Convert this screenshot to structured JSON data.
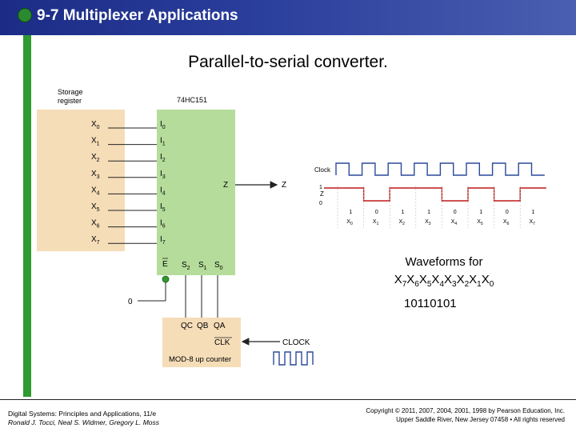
{
  "header": {
    "title": "9-7 Multiplexer Applications"
  },
  "subtitle": "Parallel-to-serial converter.",
  "schematic": {
    "storage_register": {
      "label_line1": "Storage",
      "label_line2": "register"
    },
    "chip_label": "74HC151",
    "x_outputs": [
      "X",
      "X",
      "X",
      "X",
      "X",
      "X",
      "X",
      "X"
    ],
    "x_subs": [
      "0",
      "1",
      "2",
      "3",
      "4",
      "5",
      "6",
      "7"
    ],
    "i_inputs": [
      "I",
      "I",
      "I",
      "I",
      "I",
      "I",
      "I",
      "I"
    ],
    "i_subs": [
      "0",
      "1",
      "2",
      "3",
      "4",
      "5",
      "6",
      "7"
    ],
    "z_inside": "Z",
    "z_outside": "Z",
    "enable_label": "E",
    "select_labels": [
      {
        "t": "S",
        "s": "2"
      },
      {
        "t": "S",
        "s": "1"
      },
      {
        "t": "S",
        "s": "0"
      }
    ],
    "zero_label": "0",
    "counter": {
      "outputs": [
        "QC",
        "QB",
        "QA"
      ],
      "clk": "CLK",
      "name": "MOD-8 up counter"
    },
    "clock_label": "CLOCK"
  },
  "waveform": {
    "clock_label": "Clock",
    "z_label": "Z",
    "level_one": "1",
    "level_zero": "0",
    "bit_values": [
      "1",
      "0",
      "1",
      "1",
      "0",
      "1",
      "0",
      "1"
    ],
    "bit_labels": [
      "X",
      "X",
      "X",
      "X",
      "X",
      "X",
      "X",
      "X"
    ],
    "bit_subs": [
      "0",
      "1",
      "2",
      "3",
      "4",
      "5",
      "6",
      "7"
    ]
  },
  "caption": {
    "line1": "Waveforms for",
    "seq": [
      {
        "t": "X",
        "s": "7"
      },
      {
        "t": "X",
        "s": "6"
      },
      {
        "t": "X",
        "s": "5"
      },
      {
        "t": "X",
        "s": "4"
      },
      {
        "t": "X",
        "s": "3"
      },
      {
        "t": "X",
        "s": "2"
      },
      {
        "t": "X",
        "s": "1"
      },
      {
        "t": "X",
        "s": "0"
      }
    ],
    "bits": "10110101"
  },
  "footer": {
    "left_line1": "Digital Systems: Principles and Applications, 11/e",
    "left_line2": "Ronald J. Tocci, Neal S. Widmer, Gregory L. Moss",
    "right_line1": "Copyright © 2011, 2007, 2004, 2001, 1998 by Pearson Education, Inc.",
    "right_line2": "Upper Saddle River, New Jersey 07458 • All rights reserved"
  },
  "colors": {
    "header": "#1c2c86",
    "accent_green": "#2f9a2f",
    "chip_fill": "#b5dc9a",
    "register_fill": "#f5ddb8",
    "counter_fill": "#f5ddb8",
    "z_wave": "#c01818",
    "clock_wave": "#2a4a9a"
  }
}
